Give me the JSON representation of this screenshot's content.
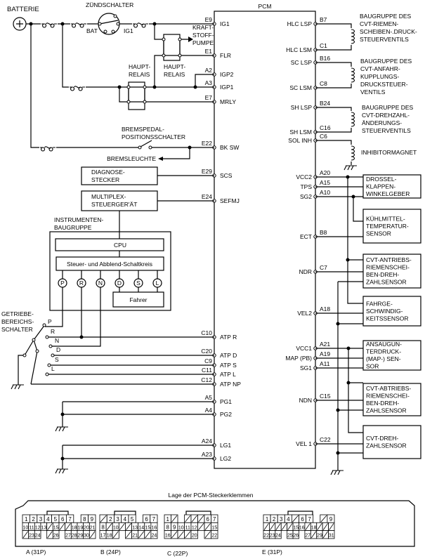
{
  "pcm": {
    "title": "PCM",
    "left_pins": [
      {
        "code": "E9",
        "name": "IG1"
      },
      {
        "code": "E1",
        "name": "FLR"
      },
      {
        "code": "A2",
        "name": "IGP2"
      },
      {
        "code": "A3",
        "name": "IGP1"
      },
      {
        "code": "E7",
        "name": "MRLY"
      },
      {
        "code": "E22",
        "name": "BK SW"
      },
      {
        "code": "E29",
        "name": "SCS"
      },
      {
        "code": "E24",
        "name": "SEFMJ"
      },
      {
        "code": "C10",
        "name": "ATP R"
      },
      {
        "code": "C20",
        "name": "ATP D"
      },
      {
        "code": "C9",
        "name": "ATP S"
      },
      {
        "code": "C11",
        "name": "ATP L"
      },
      {
        "code": "C12",
        "name": "ATP NP"
      },
      {
        "code": "A5",
        "name": "PG1"
      },
      {
        "code": "A4",
        "name": "PG2"
      },
      {
        "code": "A24",
        "name": "LG1"
      },
      {
        "code": "A23",
        "name": "LG2"
      }
    ],
    "right_pins": [
      {
        "code": "B7",
        "name": "HLC LSP"
      },
      {
        "code": "C1",
        "name": "HLC LSM"
      },
      {
        "code": "B16",
        "name": "SC LSP"
      },
      {
        "code": "C8",
        "name": "SC LSM"
      },
      {
        "code": "B24",
        "name": "SH LSP"
      },
      {
        "code": "C16",
        "name": "SH LSM"
      },
      {
        "code": "C6",
        "name": "SOL INH"
      },
      {
        "code": "A20",
        "name": "VCC2"
      },
      {
        "code": "A15",
        "name": "TPS"
      },
      {
        "code": "A10",
        "name": "SG2"
      },
      {
        "code": "B8",
        "name": "ECT"
      },
      {
        "code": "C7",
        "name": "NDR"
      },
      {
        "code": "A18",
        "name": "VEL2"
      },
      {
        "code": "A21",
        "name": "VCC1"
      },
      {
        "code": "A19",
        "name": "MAP (PB)"
      },
      {
        "code": "A11",
        "name": "SG1"
      },
      {
        "code": "C15",
        "name": "NDN"
      },
      {
        "code": "C22",
        "name": "VEL 1"
      }
    ]
  },
  "labels": {
    "battery": "BATTERIE",
    "ignition_switch": "ZÜNDSCHALTER",
    "bat": "BAT",
    "ig1": "IG1",
    "fuel_pump": [
      "KRAFT-",
      "STOFF-",
      "PUMPE"
    ],
    "main_relay_1": [
      "HAUPT-",
      "RELAIS"
    ],
    "main_relay_2": [
      "HAUPT-",
      "RELAIS"
    ],
    "brake_switch": [
      "BREMSPEDAL-",
      "POSITIONSSCHALTER"
    ],
    "brake_light": "BREMSLEUCHTE",
    "diag": [
      "DIAGNOSE-",
      "STECKER"
    ],
    "multiplex": [
      "MULTIPLEX-",
      "STEUERGER'ÄT"
    ],
    "instrument": [
      "INSTRUMENTEN-",
      "BAUGRUPPE"
    ],
    "cpu": "CPU",
    "control_circuit": "Steuer- und Abblend-Schaltkreis",
    "gear_indicators": [
      "P",
      "R",
      "N",
      "D",
      "S",
      "L"
    ],
    "driver": "Fahrer",
    "range_switch": [
      "GETRIEBE-",
      "BEREICHS-",
      "SCHALTER"
    ],
    "range_positions": [
      "P",
      "R",
      "N",
      "D",
      "S",
      "L"
    ],
    "inhibitor": "INHIBITORMAGNET",
    "valve1": [
      "BAUGRUPPE DES",
      "CVT-RIEMEN-",
      "SCHEIBEN-.DRUCK-",
      "STEUERVENTILS"
    ],
    "valve2": [
      "BAUGRUPPE DES",
      "CVT-ANFAHR-",
      "KUPPLUNGS-",
      "DRUCKSTEUER-",
      "VENTILS"
    ],
    "valve3": [
      "BAUGRUPPE DES",
      "CVT-DREHZAHL-",
      "ÄNDERUNGS-",
      "STEUERVENTILS"
    ],
    "sensors": [
      [
        "DROSSEL-",
        "KLAPPEN-",
        "WINKELGEBER"
      ],
      [
        "KÜHLMITTEL-",
        "TEMPERATUR-",
        "SENSOR"
      ],
      [
        "CVT-ANTRIEBS-",
        "RIEMENSCHEI-",
        "BEN-DREH-",
        "ZAHLSENSOR"
      ],
      [
        "FAHRGE-",
        "SCHWINDIG-",
        "KEITSSENSOR"
      ],
      [
        "ANSAUGUN-",
        "TERDRUCK-",
        "(MAP-) SEN-",
        "SOR"
      ],
      [
        "CVT-ABTRIEBS-",
        "RIEMENSCHEI-",
        "BEN-DREH-",
        "ZAHLSENSOR"
      ],
      [
        "CVT-DREH-",
        "ZAHLSENSOR"
      ]
    ]
  },
  "connectors": {
    "title": "Lage der PCM-Steckerklemmen",
    "items": [
      {
        "label": "A (31P)",
        "rows": [
          [
            "1",
            "2",
            "3",
            "4",
            "5",
            "6",
            "7",
            "",
            "8",
            "9"
          ],
          [
            "10",
            "11",
            "12",
            "13",
            "/",
            "15",
            "/",
            "/",
            "18",
            "19",
            "20",
            "21"
          ],
          [
            "/",
            "23",
            "24",
            "",
            "/",
            "26",
            "",
            "27",
            "28",
            "29",
            "30",
            "/"
          ]
        ]
      },
      {
        "label": "B (24P)",
        "rows": [
          [
            "/",
            "2",
            "3",
            "4",
            "5",
            "",
            "6",
            "7"
          ],
          [
            "8",
            "/",
            "10",
            "/",
            "/",
            "13",
            "14",
            "15",
            "16"
          ],
          [
            "17",
            "18",
            "/",
            "",
            "/",
            "21",
            "/",
            "/",
            "24"
          ]
        ]
      },
      {
        "label": "C (22P)",
        "rows": [
          [
            "1",
            "/",
            "",
            "/",
            "/",
            "/",
            "6",
            "7"
          ],
          [
            "8",
            "9",
            "10",
            "11",
            "12",
            "/",
            "/",
            "15"
          ],
          [
            "16",
            "/",
            "/",
            "/",
            "20",
            "",
            "/",
            "22"
          ]
        ]
      },
      {
        "label": "E (31P)",
        "rows": [
          [
            "1",
            "2",
            "3",
            "4",
            "/",
            "6",
            "7",
            "",
            "/",
            "9"
          ],
          [
            "/",
            "/",
            "/",
            "/",
            "/",
            "15",
            "16",
            "/",
            "18",
            "/",
            "/",
            "/"
          ],
          [
            "22",
            "23",
            "24",
            "",
            "25",
            "26",
            "",
            "27",
            "/",
            "29",
            "/",
            "31"
          ]
        ]
      }
    ]
  }
}
